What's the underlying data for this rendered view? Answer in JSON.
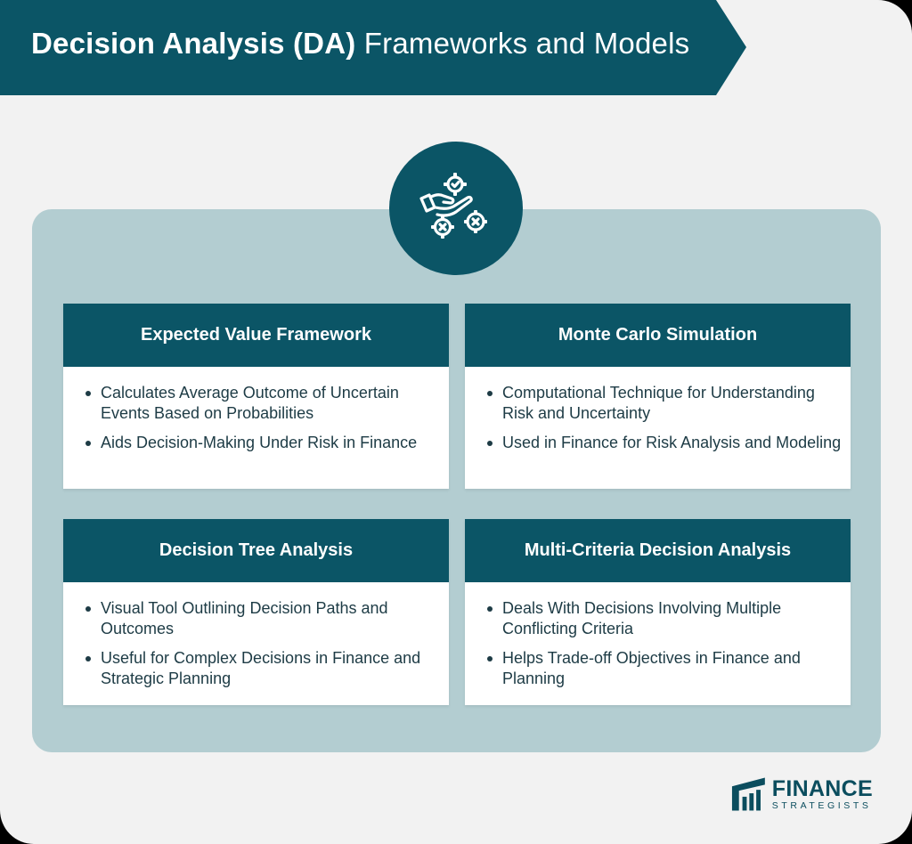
{
  "header": {
    "title_bold": "Decision Analysis (DA)",
    "title_rest": " Frameworks and Models"
  },
  "icon": {
    "name": "hand-gears-icon"
  },
  "cards": [
    {
      "title": "Expected Value Framework",
      "bullets": [
        "Calculates Average Outcome of Uncertain Events Based on Probabilities",
        "Aids Decision-Making Under Risk in Finance"
      ]
    },
    {
      "title": "Monte Carlo Simulation",
      "bullets": [
        "Computational Technique for Understanding Risk and Uncertainty",
        "Used in Finance for Risk Analysis and Modeling"
      ]
    },
    {
      "title": "Decision Tree Analysis",
      "bullets": [
        "Visual Tool Outlining Decision Paths and Outcomes",
        "Useful for Complex Decisions in Finance and Strategic Planning"
      ]
    },
    {
      "title": "Multi-Criteria Decision Analysis",
      "bullets": [
        "Deals With Decisions Involving Multiple Conflicting Criteria",
        "Helps Trade-off Objectives in Finance and Planning"
      ]
    }
  ],
  "logo": {
    "main": "FINANCE",
    "sub": "STRATEGISTS"
  },
  "colors": {
    "primary": "#0b5566",
    "panel": "#b3cdd1",
    "background": "#f2f2f2",
    "text": "#1d3b45"
  }
}
